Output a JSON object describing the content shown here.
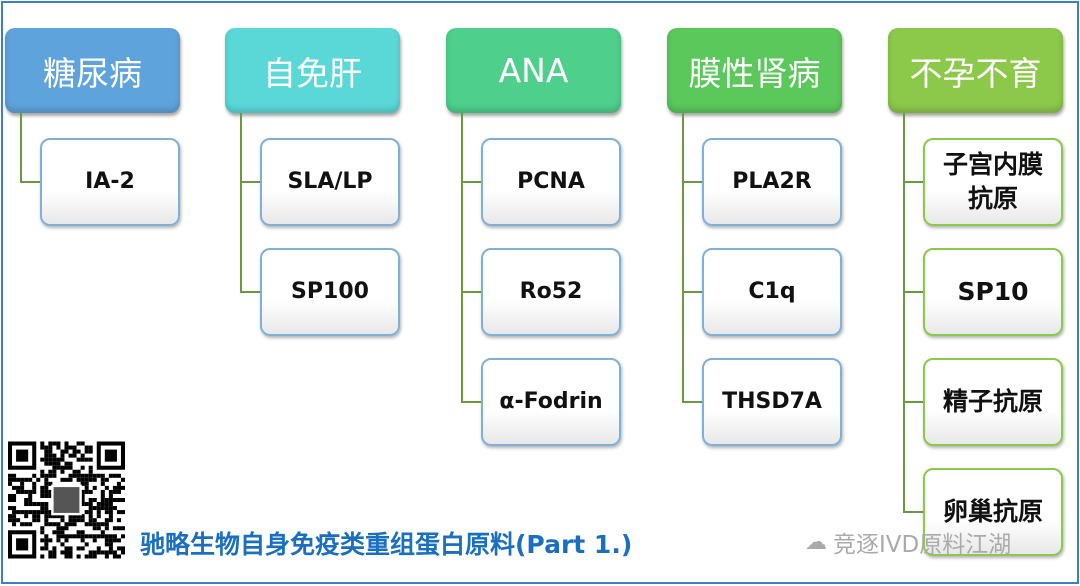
{
  "columns": [
    {
      "title": "糖尿病",
      "color": "#5fa3dc",
      "items": [
        "IA-2"
      ]
    },
    {
      "title": "自免肝",
      "color": "#5ad8d8",
      "items": [
        "SLA/LP",
        "SP100"
      ]
    },
    {
      "title": "ANA",
      "color": "#4ecf8c",
      "items": [
        "PCNA",
        "Ro52",
        "α-Fodrin"
      ]
    },
    {
      "title": "膜性肾病",
      "color": "#5ac85a",
      "items": [
        "PLA2R",
        "C1q",
        "THSD7A"
      ]
    },
    {
      "title": "不孕不育",
      "color": "#8cc84a",
      "items": [
        "子宫内膜抗原",
        "SP10",
        "精子抗原",
        "卵巢抗原"
      ]
    }
  ],
  "footer": {
    "title": "驰略生物自身免疫类重组蛋白原料(Part 1.)",
    "watermark": "竞逐IVD原料江湖",
    "watermark_icon": "wechat-icon",
    "qr_icon": "qr-code"
  }
}
